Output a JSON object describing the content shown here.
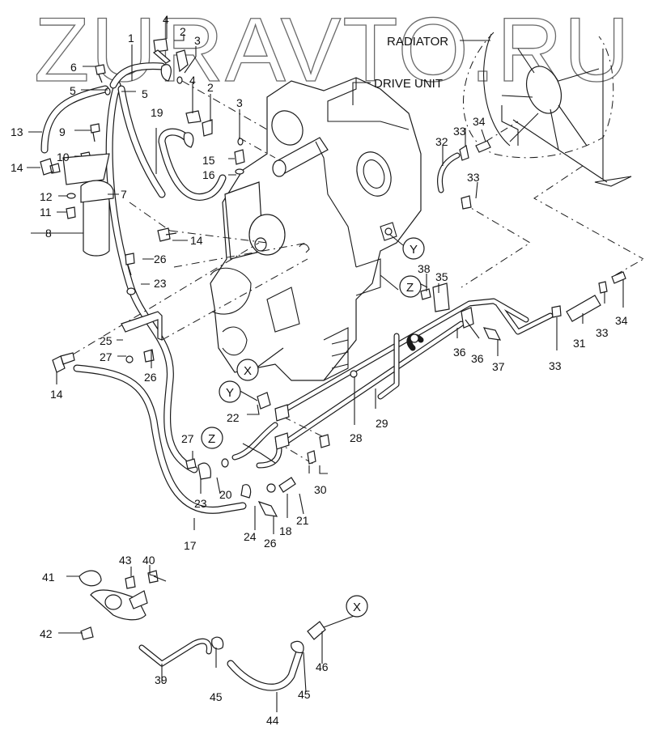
{
  "watermark": "ZURAVTO.RU",
  "components": {
    "radiator": "RADIATOR",
    "drive_unit": "DRIVE UNIT"
  },
  "connection_markers": [
    "X",
    "Y",
    "Z"
  ],
  "callouts": [
    {
      "id": "c1",
      "text": "1"
    },
    {
      "id": "c2a",
      "text": "2"
    },
    {
      "id": "c2b",
      "text": "2"
    },
    {
      "id": "c3a",
      "text": "3"
    },
    {
      "id": "c3b",
      "text": "3"
    },
    {
      "id": "c4a",
      "text": "4"
    },
    {
      "id": "c4b",
      "text": "4"
    },
    {
      "id": "c5a",
      "text": "5"
    },
    {
      "id": "c5b",
      "text": "5"
    },
    {
      "id": "c6",
      "text": "6"
    },
    {
      "id": "c7",
      "text": "7"
    },
    {
      "id": "c8",
      "text": "8"
    },
    {
      "id": "c9",
      "text": "9"
    },
    {
      "id": "c10",
      "text": "10"
    },
    {
      "id": "c11",
      "text": "11"
    },
    {
      "id": "c12",
      "text": "12"
    },
    {
      "id": "c13",
      "text": "13"
    },
    {
      "id": "c14a",
      "text": "14"
    },
    {
      "id": "c14b",
      "text": "14"
    },
    {
      "id": "c14c",
      "text": "14"
    },
    {
      "id": "c15",
      "text": "15"
    },
    {
      "id": "c16",
      "text": "16"
    },
    {
      "id": "c17",
      "text": "17"
    },
    {
      "id": "c18",
      "text": "18"
    },
    {
      "id": "c19",
      "text": "19"
    },
    {
      "id": "c20",
      "text": "20"
    },
    {
      "id": "c21",
      "text": "21"
    },
    {
      "id": "c22",
      "text": "22"
    },
    {
      "id": "c23a",
      "text": "23"
    },
    {
      "id": "c23b",
      "text": "23"
    },
    {
      "id": "c24",
      "text": "24"
    },
    {
      "id": "c25",
      "text": "25"
    },
    {
      "id": "c26a",
      "text": "26"
    },
    {
      "id": "c26b",
      "text": "26"
    },
    {
      "id": "c26c",
      "text": "26"
    },
    {
      "id": "c27a",
      "text": "27"
    },
    {
      "id": "c27b",
      "text": "27"
    },
    {
      "id": "c28",
      "text": "28"
    },
    {
      "id": "c29",
      "text": "29"
    },
    {
      "id": "c30",
      "text": "30"
    },
    {
      "id": "c31",
      "text": "31"
    },
    {
      "id": "c32",
      "text": "32"
    },
    {
      "id": "c33a",
      "text": "33"
    },
    {
      "id": "c33b",
      "text": "33"
    },
    {
      "id": "c33c",
      "text": "33"
    },
    {
      "id": "c33d",
      "text": "33"
    },
    {
      "id": "c34a",
      "text": "34"
    },
    {
      "id": "c34b",
      "text": "34"
    },
    {
      "id": "c35",
      "text": "35"
    },
    {
      "id": "c36a",
      "text": "36"
    },
    {
      "id": "c36b",
      "text": "36"
    },
    {
      "id": "c37",
      "text": "37"
    },
    {
      "id": "c38",
      "text": "38"
    },
    {
      "id": "c39",
      "text": "39"
    },
    {
      "id": "c40",
      "text": "40"
    },
    {
      "id": "c41",
      "text": "41"
    },
    {
      "id": "c42",
      "text": "42"
    },
    {
      "id": "c43",
      "text": "43"
    },
    {
      "id": "c44",
      "text": "44"
    },
    {
      "id": "c45a",
      "text": "45"
    },
    {
      "id": "c45b",
      "text": "45"
    },
    {
      "id": "c46",
      "text": "46"
    }
  ]
}
